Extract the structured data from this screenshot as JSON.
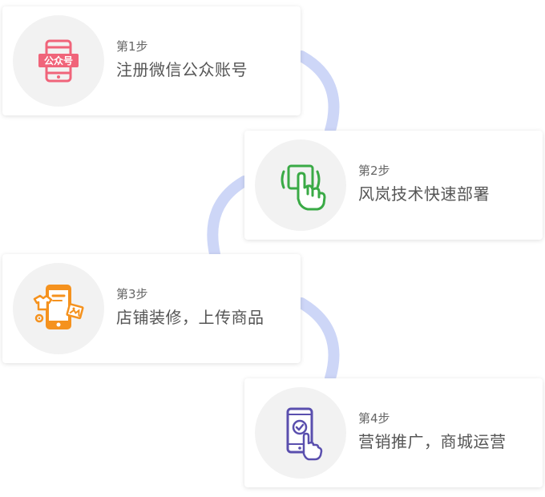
{
  "steps": [
    {
      "label": "第1步",
      "description": "注册微信公众账号",
      "icon": "wechat-official-account-icon",
      "icon_text": "公众号",
      "color": "#f0647a"
    },
    {
      "label": "第2步",
      "description": "风岚技术快速部署",
      "icon": "swipe-hand-icon",
      "color": "#3aaa46"
    },
    {
      "label": "第3步",
      "description": "店铺装修，上传商品",
      "icon": "shop-phone-icon",
      "color": "#f5921e"
    },
    {
      "label": "第4步",
      "description": "营销推广，商城运营",
      "icon": "tap-phone-icon",
      "color": "#5a4fae"
    }
  ],
  "connector_color": "#cdd6f7"
}
